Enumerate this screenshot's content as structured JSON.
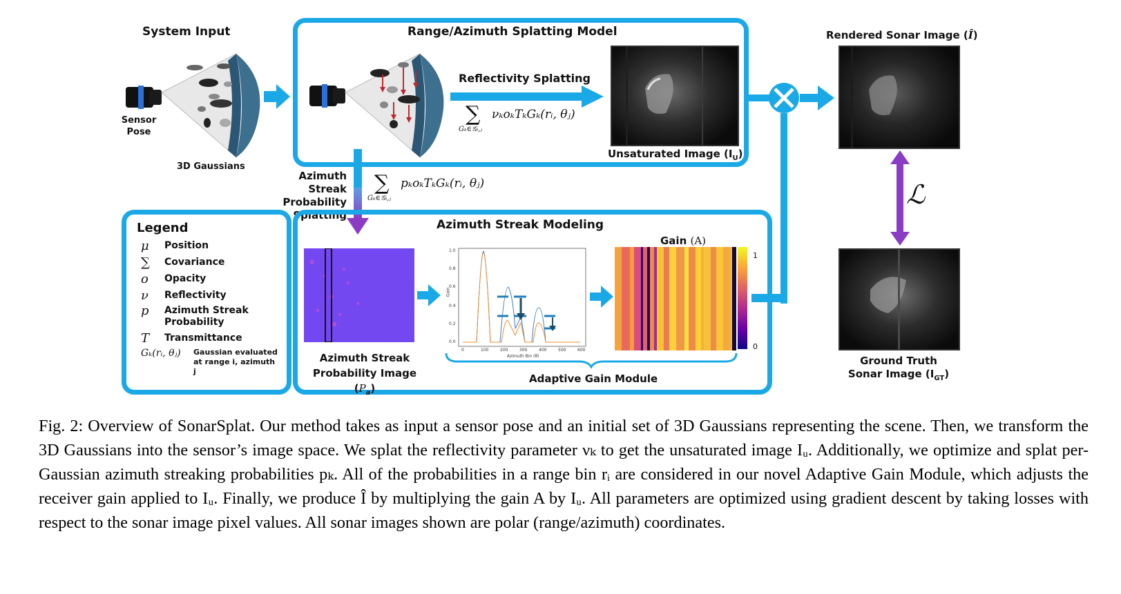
{
  "labels": {
    "system_input": "System Input",
    "sensor_pose_1": "Sensor",
    "sensor_pose_2": "Pose",
    "gaussians_3d": "3D Gaussians",
    "splat_model_title": "Range/Azimuth Splatting Model",
    "reflectivity_splatting": "Reflectivity Splatting",
    "unsaturated_image": "Unsaturated Image (I",
    "unsaturated_sub": "U",
    "rendered_sonar": "Rendered Sonar Image (",
    "rendered_sym": "Î",
    "azimuth_streak_prob_1": "Azimuth Streak",
    "azimuth_streak_prob_2": "Probability",
    "azimuth_streak_prob_3": "Splatting",
    "streak_modeling_title": "Azimuth Streak Modeling",
    "prob_image_1": "Azimuth Streak",
    "prob_image_2": "Probability Image (",
    "prob_image_sym": "P",
    "prob_image_sub": "a",
    "gain_title": "Gain",
    "gain_sym": "(A)",
    "adaptive_gain_module": "Adaptive Gain Module",
    "ground_truth_1": "Ground Truth",
    "ground_truth_2": "Sonar Image (I",
    "ground_truth_sub": "GT",
    "loss_symbol": "ℒ",
    "colorbar_max": "1",
    "colorbar_min": "0"
  },
  "equations": {
    "reflectivity": "νₖoₖTₖGₖ(rᵢ, θⱼ)",
    "streak": "pₖoₖTₖGₖ(rᵢ, θⱼ)",
    "sum_symbol": "∑",
    "sum_sub": "Gₖ∈𝒢ᵢ,ⱼ"
  },
  "legend": {
    "title": "Legend",
    "items": [
      {
        "symbol": "μ",
        "text": "Position"
      },
      {
        "symbol": "∑",
        "text": "Covariance"
      },
      {
        "symbol": "o",
        "text": "Opacity"
      },
      {
        "symbol": "ν",
        "text": "Reflectivity"
      },
      {
        "symbol": "p",
        "text": "Azimuth Streak Probability"
      },
      {
        "symbol": "T",
        "text": "Transmittance"
      },
      {
        "symbol": "Gₖ(rᵢ, θⱼ)",
        "text": "Gaussian evaluated at range i, azimuth j"
      }
    ]
  },
  "plot": {
    "xlabel": "Azimuth Bin (θ)",
    "ylabel": "Gain",
    "xticks": [
      "0",
      "100",
      "200",
      "300",
      "400",
      "500",
      "600"
    ],
    "yticks": [
      "0.0",
      "0.2",
      "0.4",
      "0.6",
      "0.8",
      "1.0"
    ]
  },
  "caption": "Fig. 2: Overview of SonarSplat. Our method takes as input a sensor pose and an initial set of 3D Gaussians representing the scene. Then, we transform the 3D Gaussians into the sensor’s image space. We splat the reflectivity parameter νₖ to get the unsaturated image Iᵤ. Additionally, we optimize and splat per-Gaussian azimuth streaking probabilities pₖ. All of the probabilities in a range bin rᵢ are considered in our novel Adaptive Gain Module, which adjusts the receiver gain applied to Iᵤ. Finally, we produce Î by multiplying the gain A by Iᵤ. All parameters are optimized using gradient descent by taking losses with respect to the sonar image pixel values. All sonar images shown are polar (range/azimuth) coordinates.",
  "colors": {
    "accent_blue": "#1aa9e6",
    "arrow_purple": "#8b3cc4",
    "prob_image_bg": "#7a4bf2",
    "dark_arrow": "#1b4f66"
  }
}
